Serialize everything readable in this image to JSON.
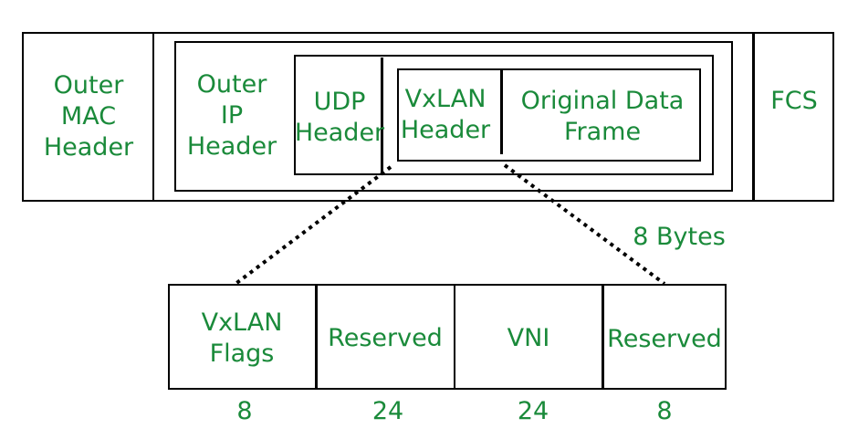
{
  "colors": {
    "text": "#1a8a3a",
    "line": "#000000"
  },
  "frame": {
    "outer_mac_header": "Outer\nMAC\nHeader",
    "outer_ip_header": "Outer\nIP\nHeader",
    "udp_header": "UDP\nHeader",
    "vxlan_header": "VxLAN\nHeader",
    "original_data_frame": "Original Data\nFrame",
    "fcs": "FCS"
  },
  "vxlan_header_detail": {
    "size_label": "8 Bytes",
    "fields": [
      {
        "label": "VxLAN\nFlags",
        "bits": "8"
      },
      {
        "label": "Reserved",
        "bits": "24"
      },
      {
        "label": "VNI",
        "bits": "24"
      },
      {
        "label": "Reserved",
        "bits": "8"
      }
    ]
  }
}
